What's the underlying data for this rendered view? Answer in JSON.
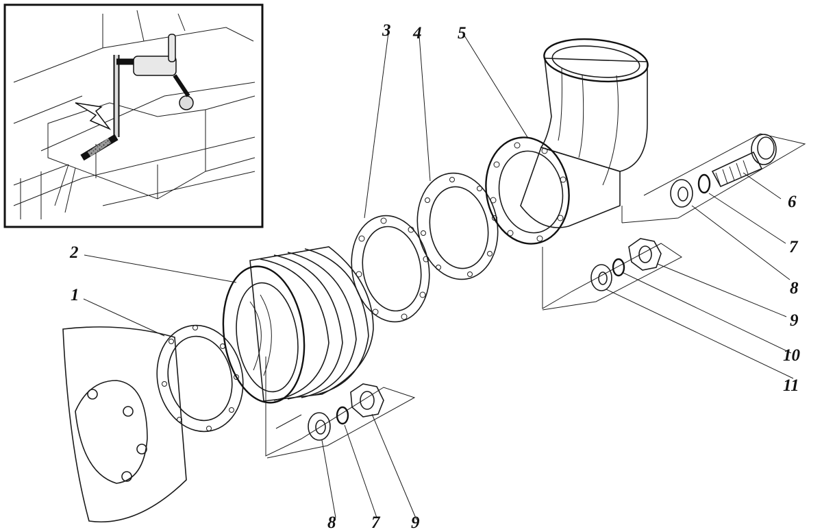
{
  "colors": {
    "ink": "#1a1a1a",
    "paper": "#ffffff",
    "gasket_fill": "#dcdcdc",
    "bellows_shade": "#6e6e6e"
  },
  "callouts": [
    {
      "id": "c1",
      "label": "1"
    },
    {
      "id": "c2",
      "label": "2"
    },
    {
      "id": "c3",
      "label": "3"
    },
    {
      "id": "c4",
      "label": "4"
    },
    {
      "id": "c5",
      "label": "5"
    },
    {
      "id": "c6",
      "label": "6"
    },
    {
      "id": "c7a",
      "label": "7"
    },
    {
      "id": "c8a",
      "label": "8"
    },
    {
      "id": "c9a",
      "label": "9"
    },
    {
      "id": "c10",
      "label": "10"
    },
    {
      "id": "c11",
      "label": "11"
    },
    {
      "id": "c8b",
      "label": "8"
    },
    {
      "id": "c7b",
      "label": "7"
    },
    {
      "id": "c9b",
      "label": "9"
    }
  ]
}
